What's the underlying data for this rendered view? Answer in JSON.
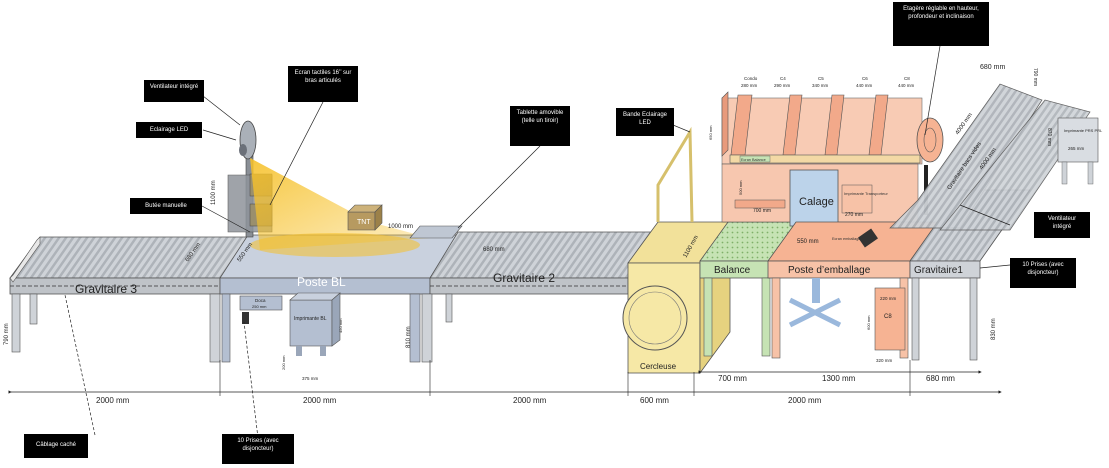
{
  "zones": {
    "gravitaire3": "Gravitaire 3",
    "poste_bl": "Poste BL",
    "gravitaire2": "Gravitaire 2",
    "cercleuse": "Cercleuse",
    "balance": "Balance",
    "calage": "Calage",
    "poste_emballage": "Poste d’emballage",
    "gravitaire1": "Gravitaire1",
    "gravitaire_bacs_vides": "Gravitaire bacs vides",
    "tnt": "TNT",
    "imprimante_bl": "Imprimante BL",
    "doca": "Doca",
    "imprimante_transporteur": "Imprimante Transporteur",
    "imprimante_prs_prl": "Imprimante PRS PRL",
    "ecran_balance": "Ecran Balance",
    "c8_box": "C8",
    "ecran_emballage": "Ecran emballage",
    "etagere_cols": [
      "Condo",
      "C4",
      "C5",
      "C6",
      "C8"
    ],
    "etagere_widths": [
      "280 mm",
      "290 mm",
      "340 mm",
      "440 mm",
      "440 mm"
    ]
  },
  "callouts": {
    "ventilateur_left": "Ventilateur intégré",
    "eclairage": "Eclairage LED",
    "ecran_tactile": "Ecran tactiles 16’’ sur bras articulés",
    "butee": "Butée manuelle",
    "tablette": "Tablette amovible (telle un tiroir)",
    "bande_eclairage": "Bande Eclairage LED",
    "etagere": "Etagère réglable en hauteur, profondeur et inclinaison",
    "ventilateur_right": "Ventilateur intégré",
    "prises_right": "10 Prises (avec disjoncteur)",
    "cablage": "Câblage caché",
    "prises_bottom": "10 Prises (avec disjoncteur)"
  },
  "dimensions": {
    "bottom_row1": [
      "2000 mm",
      "2000 mm",
      "2000 mm",
      "600 mm",
      "2000 mm"
    ],
    "bottom_row2": [
      "700 mm",
      "1300 mm",
      "680 mm"
    ],
    "h_790_left": "790 mm",
    "h_810": "810 mm",
    "h_830": "830 mm",
    "h_1100_left": "1100 mm",
    "h_1100_cercleuse": "1100 mm",
    "w_680_g3": "680 mm",
    "w_680_g2": "680 mm",
    "w_550_bl": "550 mm",
    "w_550_emb": "550 mm",
    "w_1000": "1000 mm",
    "w_700_shelf": "700 mm",
    "w_270": "270 mm",
    "w_680_top": "680 mm",
    "h_790_right": "790 mm",
    "w_4000_a": "4000 mm",
    "w_4000_b": "4000 mm",
    "h_870": "870 mm",
    "w_265": "265 mm",
    "w_250": "250 mm",
    "w_375": "375 mm",
    "h_200": "200 mm",
    "h_450": "450 mm",
    "w_220": "220 mm",
    "h_600": "600 mm",
    "w_320": "320 mm",
    "h_650": "650 mm",
    "h_500": "500 mm"
  }
}
